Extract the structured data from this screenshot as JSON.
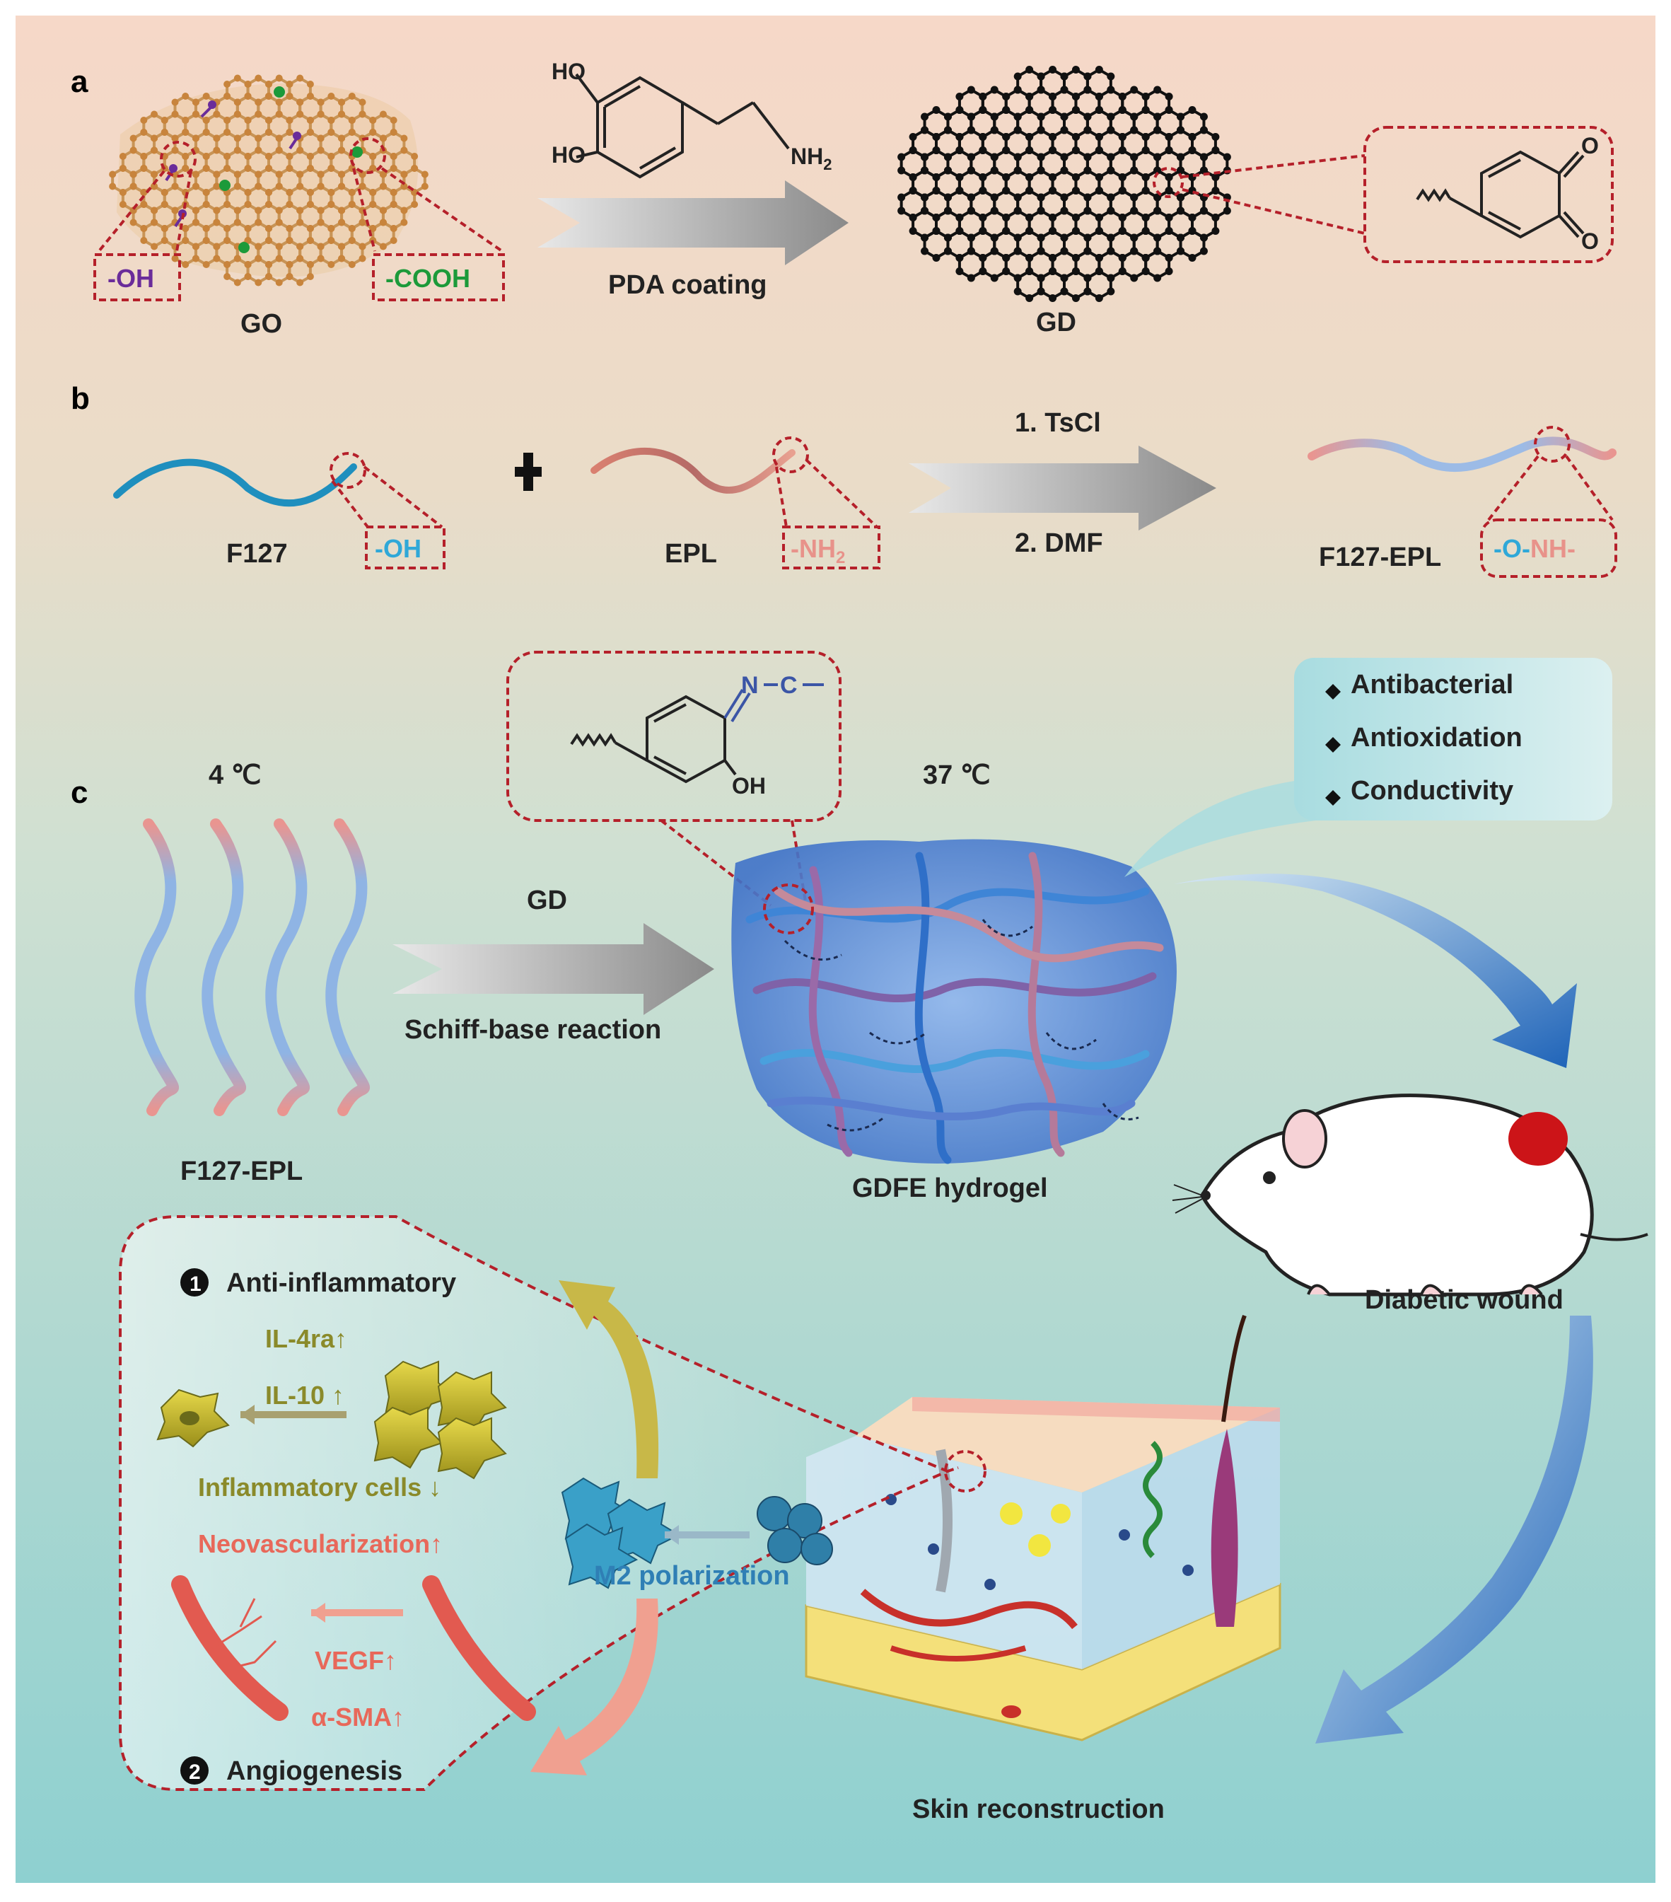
{
  "panels": {
    "a": {
      "letter": "a",
      "go_label": "GO",
      "oh_group": "-OH",
      "cooh_group": "-COOH",
      "dopamine_ho_top": "HO",
      "dopamine_ho_bottom": "HO",
      "dopamine_nh2": "NH",
      "dopamine_nh2_sub": "2",
      "arrow_label": "PDA coating",
      "gd_label": "GD",
      "quinone_o_top": "O",
      "quinone_o_bottom": "O"
    },
    "b": {
      "letter": "b",
      "f127_label": "F127",
      "f127_group": "-OH",
      "epl_label": "EPL",
      "epl_group": "-NH",
      "epl_group_sub": "2",
      "step1": "1. TsCl",
      "step2": "2. DMF",
      "product_label": "F127-EPL",
      "linkage_o": "-O-",
      "linkage_nh": "NH-"
    },
    "c": {
      "letter": "c",
      "temp_cold": "4 ℃",
      "temp_warm": "37 ℃",
      "reagent": "GD",
      "reaction": "Schiff-base reaction",
      "polymer_label": "F127-EPL",
      "hydrogel_label": "GDFE hydrogel",
      "imine_n": "N",
      "imine_c": "C",
      "imine_oh": "OH",
      "properties": [
        "Antibacterial",
        "Antioxidation",
        "Conductivity"
      ],
      "wound_label": "Diabetic wound",
      "skin_label": "Skin reconstruction",
      "mech_1_num": "1",
      "mech_1_title": "Anti-inflammatory",
      "il4ra": "IL-4ra↑",
      "il10": "IL-10 ↑",
      "inflam_cells": "Inflammatory cells ↓",
      "neovasc": "Neovascularization↑",
      "m2": "M2 polarization",
      "vegf": "VEGF↑",
      "asma": "α-SMA↑",
      "mech_2_num": "2",
      "mech_2_title": "Angiogenesis"
    }
  },
  "colors": {
    "dashed_red": "#b5202a",
    "oh_purple": "#6a2c9a",
    "cooh_green": "#1c9a3a",
    "f127_blue": "#2fa8d8",
    "epl_pink": "#e8928a",
    "imine_blue": "#3b55a6",
    "olive": "#8a8a2a",
    "salmon": "#e8685a",
    "m2_blue": "#2f7fb5"
  }
}
